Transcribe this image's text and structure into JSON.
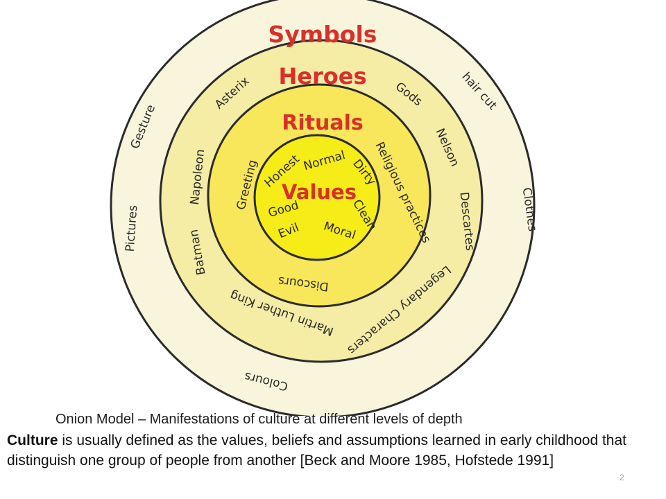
{
  "diagram": {
    "layers": [
      {
        "name": "Symbols",
        "color": "#f8f5dc"
      },
      {
        "name": "Heroes",
        "color": "#f5eca6"
      },
      {
        "name": "Rituals",
        "color": "#f8e75a"
      },
      {
        "name": "Values",
        "color": "#f6ec17"
      }
    ],
    "symbols_items": [
      "Gesture",
      "hair cut",
      "Clothes",
      "Pictures",
      "Colours"
    ],
    "heroes_items": [
      "Asterix",
      "Gods",
      "Nelson",
      "Napoleon",
      "Descartes",
      "Batman",
      "Legendary Characters",
      "Martin Luther King"
    ],
    "rituals_items": [
      "Greeting",
      "Religious practices",
      "Discours"
    ],
    "values_items": [
      "Honest",
      "Normal",
      "Dirty",
      "Good",
      "Clean",
      "Evil",
      "Moral"
    ],
    "label_color": "#d9302a",
    "ring_stroke": "#2b2b2b"
  },
  "caption": "Onion Model – Manifestations of culture at different levels of depth",
  "body": {
    "term": "Culture",
    "text": " is usually defined as the values, beliefs and assumptions learned in early childhood that distinguish one group of people from another [Beck and Moore 1985, Hofstede 1991]"
  },
  "slide_number": "2"
}
